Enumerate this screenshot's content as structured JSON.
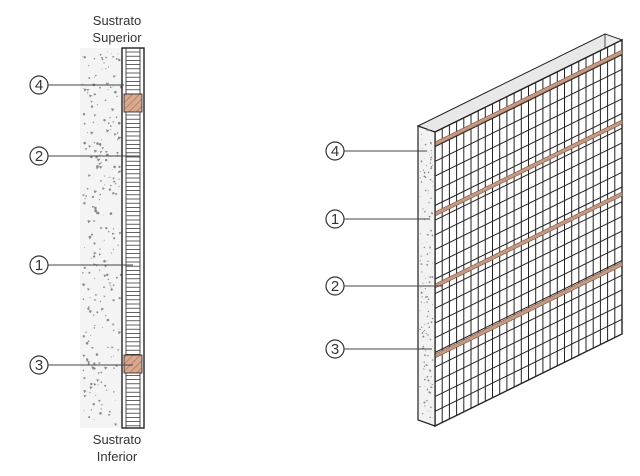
{
  "labels": {
    "top_line1": "Sustrato",
    "top_line2": "Superior",
    "bottom_line1": "Sustrato",
    "bottom_line2": "Inferior"
  },
  "callouts_section": [
    "4",
    "2",
    "1",
    "3"
  ],
  "callouts_iso": [
    "4",
    "1",
    "2",
    "3"
  ],
  "colors": {
    "ink": "#222222",
    "mortar": "#f3f3f3",
    "speckle": "#8a8a8a",
    "fiber": "#c49a82",
    "accent_block": "#d8a88f"
  }
}
